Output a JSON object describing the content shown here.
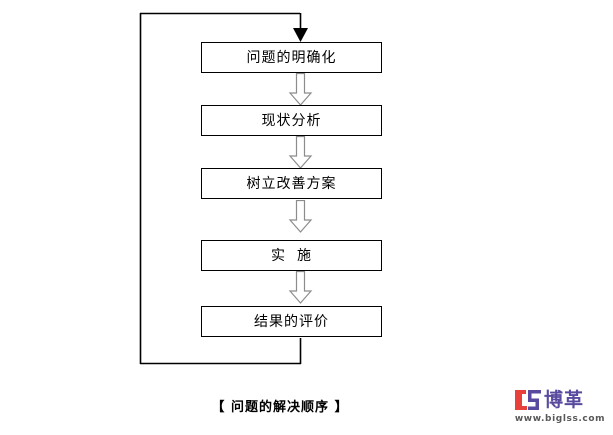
{
  "diagram": {
    "title": "【 问题的解决顺序 】",
    "orientation": "vertical-top-to-bottom",
    "nodes": [
      {
        "id": "clarify",
        "label": "问题的明确化"
      },
      {
        "id": "analyze",
        "label": "现状分析"
      },
      {
        "id": "plan",
        "label": "树立改善方案"
      },
      {
        "id": "implement",
        "label": "实  施"
      },
      {
        "id": "evaluate",
        "label": "结果的评价"
      }
    ],
    "connectors": [
      {
        "from": "clarify",
        "to": "analyze",
        "style": "hollow-block-arrow"
      },
      {
        "from": "analyze",
        "to": "plan",
        "style": "hollow-block-arrow"
      },
      {
        "from": "plan",
        "to": "implement",
        "style": "hollow-block-arrow"
      },
      {
        "from": "implement",
        "to": "evaluate",
        "style": "hollow-block-arrow"
      }
    ],
    "feedback_loop": {
      "from": "evaluate",
      "to": "clarify",
      "style": "solid-line-with-filled-arrowhead",
      "path": "bottom of 结果的评价 → down → left → up → right → arrow into 问题的明确化"
    },
    "colors": {
      "line": "#000000",
      "box_border": "#000000",
      "box_fill": "#ffffff",
      "block_arrow_outline": "#808080",
      "block_arrow_fill": "#ffffff",
      "text": "#000000",
      "background": "#ffffff"
    }
  },
  "logo": {
    "mark_left_letter": "l",
    "mark_right_letter": "g",
    "brand_cn": "博革",
    "url": "www.biglss.com",
    "colors": {
      "mark_red": "#e8413c",
      "mark_purple": "#5a4a9f",
      "url_gray": "#595959"
    }
  }
}
